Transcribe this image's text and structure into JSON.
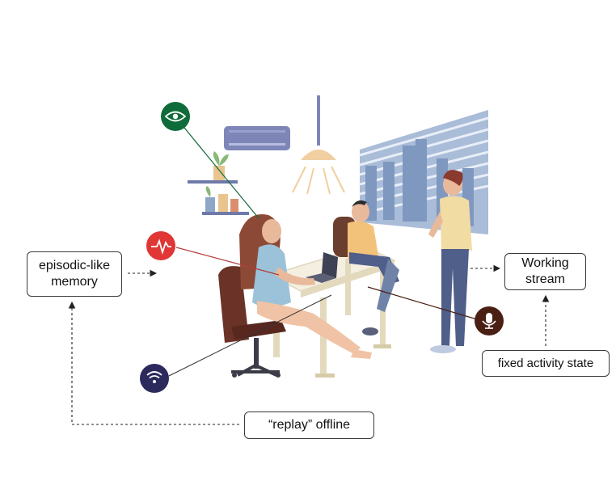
{
  "boxes": {
    "episodic": {
      "line1": "episodic-like",
      "line2": "memory"
    },
    "working": {
      "line1": "Working",
      "line2": "stream"
    },
    "fixed": {
      "label": "fixed activity state"
    },
    "replay": {
      "label": "“replay” offline"
    }
  },
  "icons": {
    "eye": {
      "name": "eye-icon",
      "color": "#0f6b3a"
    },
    "pulse": {
      "name": "heart-rate-icon",
      "color": "#e03636"
    },
    "wifi": {
      "name": "wifi-icon",
      "color": "#2c2a5c"
    },
    "mic": {
      "name": "microphone-icon",
      "color": "#4a1f14"
    }
  },
  "colors": {
    "outline": "#3a3a3a",
    "wall_chart": "#9db3d1",
    "ac_unit": "#7e86b8"
  }
}
